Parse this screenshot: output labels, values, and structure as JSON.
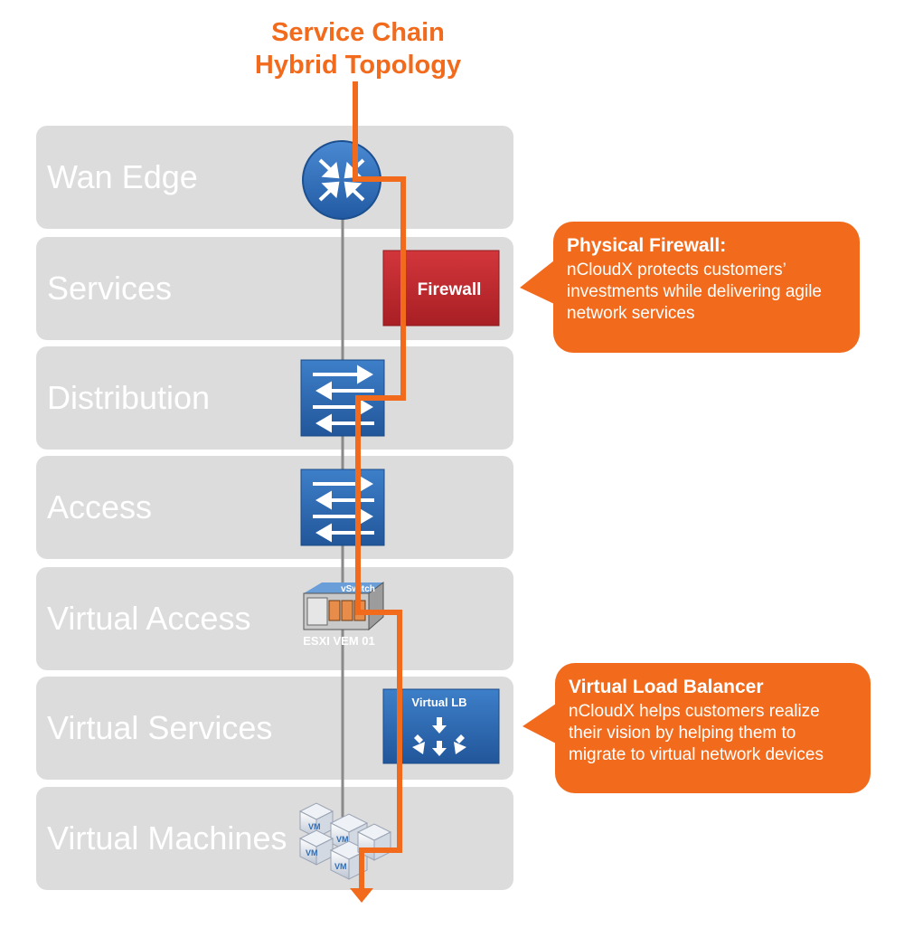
{
  "title": {
    "line1": "Service Chain",
    "line2": "Hybrid Topology"
  },
  "layers": [
    {
      "label": "Wan Edge"
    },
    {
      "label": "Services"
    },
    {
      "label": "Distribution"
    },
    {
      "label": "Access"
    },
    {
      "label": "Virtual Access"
    },
    {
      "label": "Virtual Services"
    },
    {
      "label": "Virtual Machines"
    }
  ],
  "nodes": {
    "router": {
      "icon": "router-icon"
    },
    "firewall": {
      "label": "Firewall",
      "icon": "firewall-box"
    },
    "distribution_switch": {
      "icon": "switch-icon"
    },
    "access_switch": {
      "icon": "switch-icon"
    },
    "vem": {
      "label": "ESXI VEM 01",
      "badge": "vSwitch",
      "icon": "server-icon"
    },
    "load_balancer": {
      "label": "Virtual LB",
      "icon": "load-balancer-icon"
    },
    "vms": {
      "label": "VM",
      "icon": "vm-cube-icon"
    }
  },
  "callouts": {
    "firewall": {
      "title": "Physical Firewall:",
      "body": "nCloudX protects customers’ investments while delivering agile network services"
    },
    "load_balancer": {
      "title": "Virtual Load Balancer",
      "body": "nCloudX helps customers realize their vision by helping them to migrate to virtual network devices"
    }
  },
  "colors": {
    "accent": "#f26b1d",
    "layer_bg": "#dcdcdc",
    "firewall": "#c1272d",
    "switch": "#2f6db5"
  }
}
